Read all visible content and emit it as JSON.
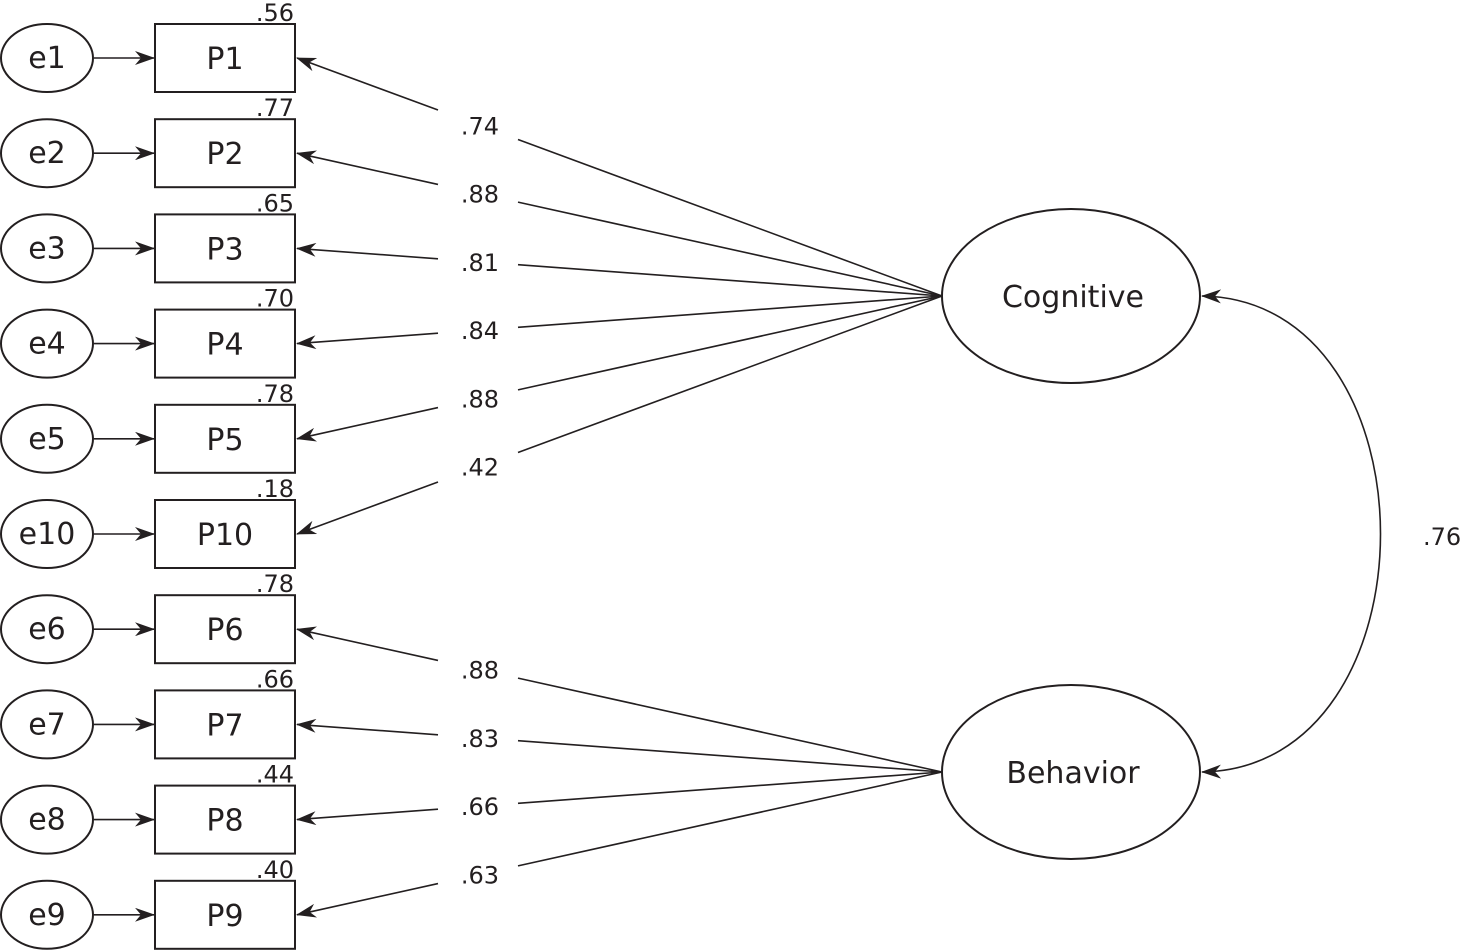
{
  "diagram": {
    "type": "structural equation model (confirmatory factor analysis)",
    "latent_factors": [
      {
        "id": "Cognitive",
        "label": "Cognitive"
      },
      {
        "id": "Behavior",
        "label": "Behavior"
      }
    ],
    "indicators": [
      {
        "id": "P1",
        "label": "P1",
        "error": "e1",
        "r2": ".56",
        "factor": "Cognitive",
        "loading": ".74"
      },
      {
        "id": "P2",
        "label": "P2",
        "error": "e2",
        "r2": ".77",
        "factor": "Cognitive",
        "loading": ".88"
      },
      {
        "id": "P3",
        "label": "P3",
        "error": "e3",
        "r2": ".65",
        "factor": "Cognitive",
        "loading": ".81"
      },
      {
        "id": "P4",
        "label": "P4",
        "error": "e4",
        "r2": ".70",
        "factor": "Cognitive",
        "loading": ".84"
      },
      {
        "id": "P5",
        "label": "P5",
        "error": "e5",
        "r2": ".78",
        "factor": "Cognitive",
        "loading": ".88"
      },
      {
        "id": "P10",
        "label": "P10",
        "error": "e10",
        "r2": ".18",
        "factor": "Cognitive",
        "loading": ".42"
      },
      {
        "id": "P6",
        "label": "P6",
        "error": "e6",
        "r2": ".78",
        "factor": "Behavior",
        "loading": ".88"
      },
      {
        "id": "P7",
        "label": "P7",
        "error": "e7",
        "r2": ".66",
        "factor": "Behavior",
        "loading": ".83"
      },
      {
        "id": "P8",
        "label": "P8",
        "error": "e8",
        "r2": ".44",
        "factor": "Behavior",
        "loading": ".66"
      },
      {
        "id": "P9",
        "label": "P9",
        "error": "e9",
        "r2": ".40",
        "factor": "Behavior",
        "loading": ".63"
      }
    ],
    "correlation": {
      "from": "Cognitive",
      "to": "Behavior",
      "value": ".76"
    }
  }
}
